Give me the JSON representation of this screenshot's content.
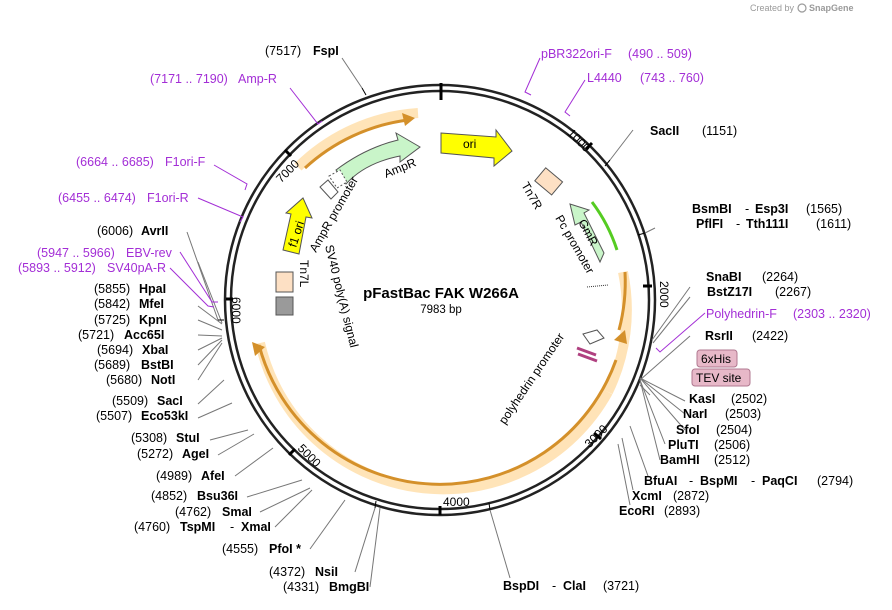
{
  "credit": {
    "prefix": "Created by",
    "brand": "SnapGene"
  },
  "plasmid": {
    "name": "pFastBac FAK W266A",
    "length": "7983 bp"
  },
  "ticks": [
    "1000",
    "2000",
    "3000",
    "4000",
    "5000",
    "6000",
    "7000"
  ],
  "features": {
    "ori": "ori",
    "ampr": "AmpR",
    "ampr_promoter": "AmpR promoter",
    "f1_ori": "f1 ori",
    "tn7r": "Tn7R",
    "pc_promoter": "Pc promoter",
    "gmr": "GmR",
    "tn7l": "Tn7L",
    "sv40_polya": "SV40 poly(A) signal",
    "polyhedrin_promoter": "polyhedrin promoter",
    "his_tag": "6xHis",
    "tev_site": "TEV site"
  },
  "primers": [
    {
      "name": "pBR322ori-F",
      "range": "(490 .. 509)"
    },
    {
      "name": "L4440",
      "range": "(743 .. 760)"
    },
    {
      "name": "Amp-R",
      "range": "(7171 .. 7190)"
    },
    {
      "name": "F1ori-F",
      "range": "(6664 .. 6685)"
    },
    {
      "name": "F1ori-R",
      "range": "(6455 .. 6474)"
    },
    {
      "name": "EBV-rev",
      "range": "(5947 .. 5966)"
    },
    {
      "name": "SV40pA-R",
      "range": "(5893 .. 5912)"
    },
    {
      "name": "Polyhedrin-F",
      "range": "(2303 .. 2320)"
    }
  ],
  "sites_right": [
    {
      "name": "SacII",
      "pos": "(1151)"
    },
    {
      "name": "BsmBI",
      "name2": "Esp3I",
      "pos": "(1565)"
    },
    {
      "name": "PflFI",
      "name2": "Tth111I",
      "pos": "(1611)"
    },
    {
      "name": "SnaBI",
      "pos": "(2264)"
    },
    {
      "name": "BstZ17I",
      "pos": "(2267)"
    },
    {
      "name": "RsrII",
      "pos": "(2422)"
    },
    {
      "name": "KasI",
      "pos": "(2502)"
    },
    {
      "name": "NarI",
      "pos": "(2503)"
    },
    {
      "name": "SfoI",
      "pos": "(2504)"
    },
    {
      "name": "PluTI",
      "pos": "(2506)"
    },
    {
      "name": "BamHI",
      "pos": "(2512)"
    },
    {
      "name": "BfuAI",
      "name2": "BspMI",
      "name3": "PaqCI",
      "pos": "(2794)"
    },
    {
      "name": "XcmI",
      "pos": "(2872)"
    },
    {
      "name": "EcoRI",
      "pos": "(2893)"
    },
    {
      "name": "BspDI",
      "name2": "ClaI",
      "pos": "(3721)"
    }
  ],
  "sites_left": [
    {
      "name": "FspI",
      "pos": "(7517)"
    },
    {
      "name": "AvrII",
      "pos": "(6006)"
    },
    {
      "name": "HpaI",
      "pos": "(5855)"
    },
    {
      "name": "MfeI",
      "pos": "(5842)"
    },
    {
      "name": "KpnI",
      "pos": "(5725)"
    },
    {
      "name": "Acc65I",
      "pos": "(5721)"
    },
    {
      "name": "XbaI",
      "pos": "(5694)"
    },
    {
      "name": "BstBI",
      "pos": "(5689)"
    },
    {
      "name": "NotI",
      "pos": "(5680)"
    },
    {
      "name": "SacI",
      "pos": "(5509)"
    },
    {
      "name": "Eco53kI",
      "pos": "(5507)"
    },
    {
      "name": "StuI",
      "pos": "(5308)"
    },
    {
      "name": "AgeI",
      "pos": "(5272)"
    },
    {
      "name": "AfeI",
      "pos": "(4989)"
    },
    {
      "name": "Bsu36I",
      "pos": "(4852)"
    },
    {
      "name": "SmaI",
      "pos": "(4762)"
    },
    {
      "name": "TspMI",
      "name2": "XmaI",
      "pos": "(4760)"
    },
    {
      "name": "PfoI *",
      "pos": "(4555)"
    },
    {
      "name": "NsiI",
      "pos": "(4372)"
    },
    {
      "name": "BmgBI",
      "pos": "(4331)"
    }
  ],
  "colors": {
    "backbone": "#222222",
    "primer": "#a32ed6",
    "ori_fill": "#ffff00",
    "marker_fill": "#c9f5c9",
    "promoter_fill": "#ffffff",
    "tn7_fill": "#fde0c4",
    "terminator_fill": "#9a9a9a",
    "insert_arc": "#d4902a",
    "tag_fill": "#e7b8c8",
    "gmr_arc": "#55cc22"
  }
}
